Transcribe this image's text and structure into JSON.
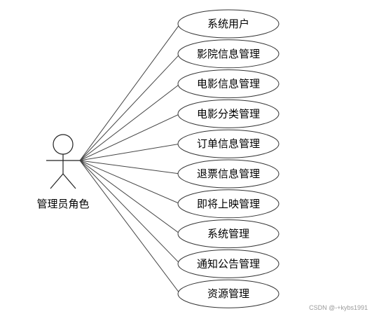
{
  "actor": {
    "label": "管理员角色"
  },
  "use_cases": [
    {
      "label": "系统用户"
    },
    {
      "label": "影院信息管理"
    },
    {
      "label": "电影信息管理"
    },
    {
      "label": "电影分类管理"
    },
    {
      "label": "订单信息管理"
    },
    {
      "label": "退票信息管理"
    },
    {
      "label": "即将上映管理"
    },
    {
      "label": "系统管理"
    },
    {
      "label": "通知公告管理"
    },
    {
      "label": "资源管理"
    }
  ],
  "watermark": "CSDN @-+kybs1991"
}
